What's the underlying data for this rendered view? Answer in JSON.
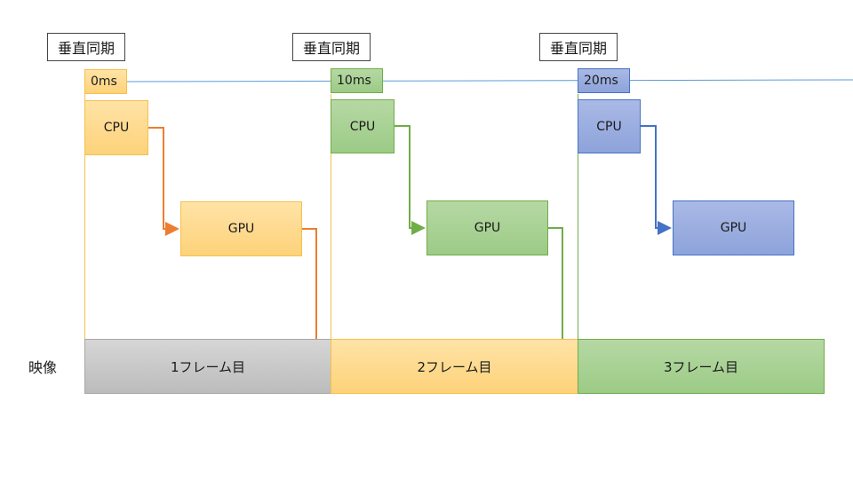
{
  "vsync_label": "垂直同期",
  "time_labels": [
    "0ms",
    "10ms",
    "20ms"
  ],
  "cpu_label": "CPU",
  "gpu_label": "GPU",
  "output_label": "映像",
  "frames": [
    "1フレーム目",
    "2フレーム目",
    "3フレーム目"
  ],
  "colors": {
    "orange": "#fdd27a",
    "green": "#9ccb86",
    "blue": "#8da3da",
    "gray": "#bcbcbc",
    "arrow_orange": "#ed7d31",
    "arrow_green": "#70ad47",
    "arrow_blue": "#4472c4",
    "timeline": "#5b9bd5"
  }
}
